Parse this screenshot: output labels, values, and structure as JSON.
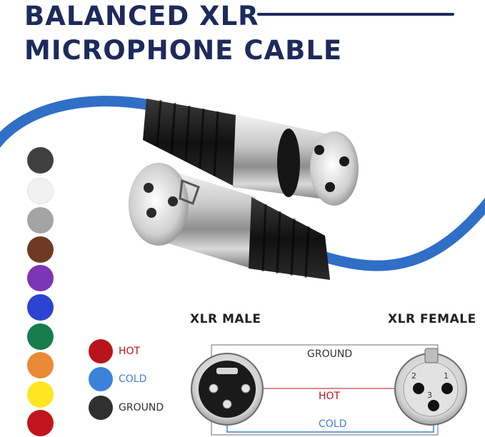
{
  "title": {
    "line1": "BALANCED XLR",
    "line2": "MICROPHONE CABLE",
    "color": "#1d2a5c"
  },
  "photo": {
    "cable_color": "#2f6fc6",
    "connectors": [
      "female-xlr-connector",
      "male-xlr-connector"
    ]
  },
  "color_swatches": [
    {
      "name": "dark-gray",
      "color": "#404040"
    },
    {
      "name": "white",
      "color": "#f1f1f1"
    },
    {
      "name": "light-gray",
      "color": "#a4a4a4"
    },
    {
      "name": "brown",
      "color": "#6e3a24"
    },
    {
      "name": "purple",
      "color": "#7c35b4"
    },
    {
      "name": "blue",
      "color": "#2c44d0"
    },
    {
      "name": "green",
      "color": "#167d4b"
    },
    {
      "name": "orange",
      "color": "#ea8a36"
    },
    {
      "name": "yellow",
      "color": "#fde723"
    },
    {
      "name": "red",
      "color": "#c2151d"
    }
  ],
  "legend": [
    {
      "label": "HOT",
      "dot_color": "#b8141b",
      "text_color": "#b8141b"
    },
    {
      "label": "COLD",
      "dot_color": "#3c82d8",
      "text_color": "#3c82d8"
    },
    {
      "label": "GROUND",
      "dot_color": "#303030",
      "text_color": "#303030"
    }
  ],
  "diagram": {
    "male_label": "XLR MALE",
    "female_label": "XLR FEMALE",
    "ground_label": "GROUND",
    "hot_label": "HOT",
    "cold_label": "COLD",
    "female_pin_labels": [
      "2",
      "1",
      "3"
    ],
    "wire_colors": {
      "ground": "#6f6f6f",
      "hot": "#b8141b",
      "cold": "#3c82d8"
    }
  }
}
